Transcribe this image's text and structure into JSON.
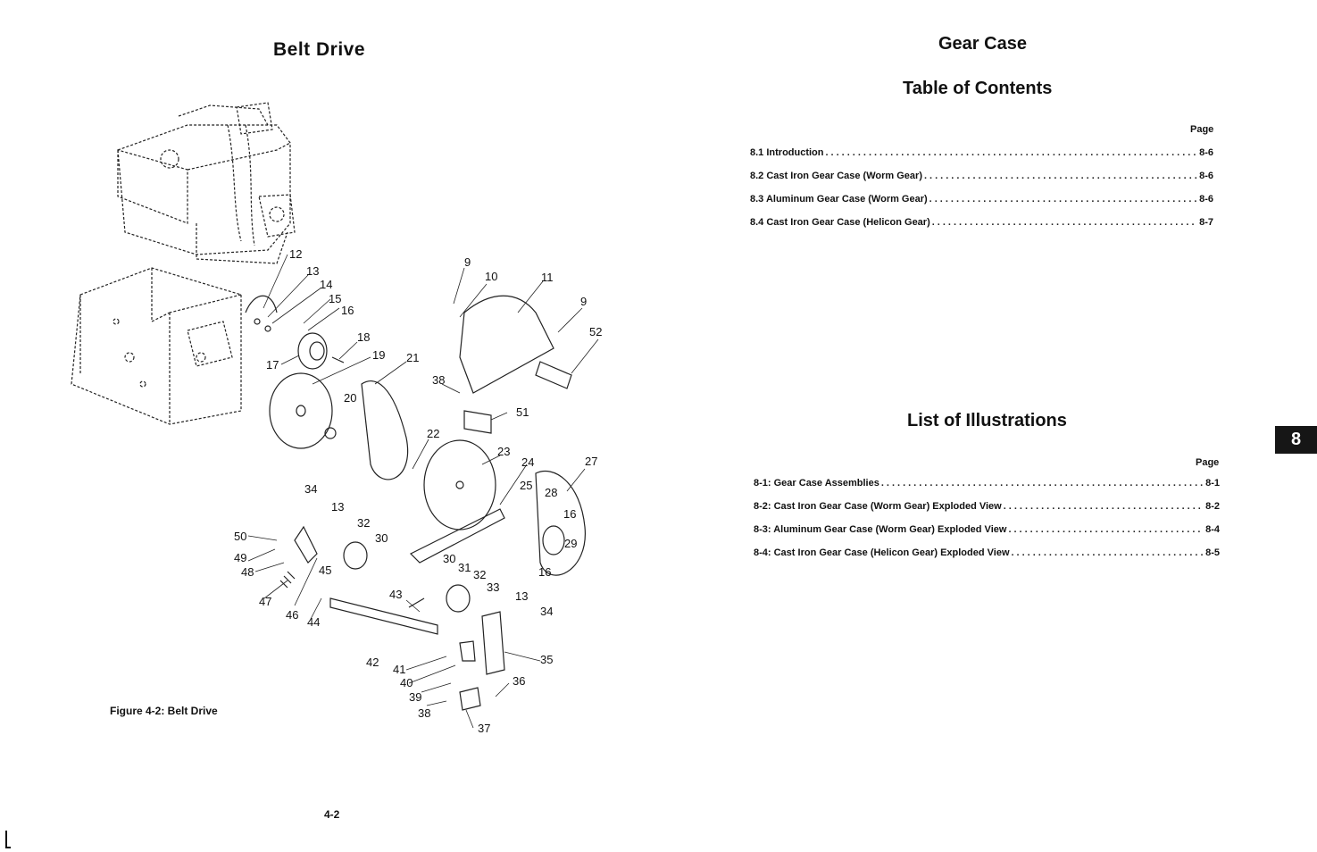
{
  "left_page": {
    "title": "Belt Drive",
    "figure_caption": "Figure 4-2: Belt Drive",
    "page_number": "4-2",
    "callouts": [
      "12",
      "13",
      "14",
      "15",
      "16",
      "17",
      "18",
      "19",
      "20",
      "21",
      "22",
      "23",
      "24",
      "25",
      "28",
      "27",
      "16",
      "29",
      "16",
      "9",
      "10",
      "11",
      "9",
      "52",
      "38",
      "51",
      "34",
      "13",
      "32",
      "30",
      "50",
      "49",
      "48",
      "45",
      "47",
      "46",
      "44",
      "30",
      "31",
      "32",
      "33",
      "43",
      "13",
      "34",
      "42",
      "41",
      "40",
      "35",
      "39",
      "36",
      "38",
      "37"
    ]
  },
  "right_page": {
    "title": "Gear Case",
    "toc_heading": "Table of Contents",
    "toc_page_label": "Page",
    "toc": [
      {
        "label": "8.1  Introduction",
        "page": "8-6"
      },
      {
        "label": "8.2  Cast Iron Gear Case (Worm Gear)",
        "page": "8-6"
      },
      {
        "label": "8.3  Aluminum Gear Case (Worm Gear)",
        "page": "8-6"
      },
      {
        "label": "8.4  Cast Iron Gear Case (Helicon Gear)",
        "page": "8-7"
      }
    ],
    "loi_heading": "List of Illustrations",
    "loi_page_label": "Page",
    "loi": [
      {
        "label": "8-1: Gear Case Assemblies",
        "page": "8-1"
      },
      {
        "label": "8-2: Cast Iron Gear Case (Worm Gear) Exploded View",
        "page": "8-2"
      },
      {
        "label": "8-3: Aluminum Gear Case (Worm Gear) Exploded View",
        "page": "8-4"
      },
      {
        "label": "8-4: Cast Iron Gear Case (Helicon Gear) Exploded View",
        "page": "8-5"
      }
    ],
    "section_tab": "8"
  }
}
